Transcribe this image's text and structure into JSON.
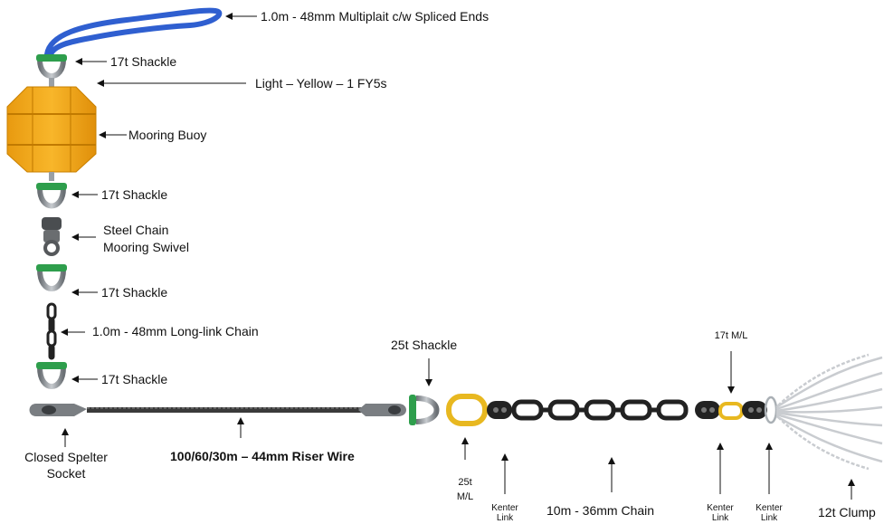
{
  "labels": {
    "multiplait": "1.0m - 48mm Multiplait c/w Spliced Ends",
    "shackle_top": "17t Shackle",
    "light": "Light – Yellow – 1 FY5s",
    "buoy": "Mooring Buoy",
    "shackle_2": "17t Shackle",
    "swivel_1": "Steel Chain",
    "swivel_2": "Mooring Swivel",
    "shackle_3": "17t Shackle",
    "longlink": "1.0m - 48mm Long-link Chain",
    "shackle_4": "17t Shackle",
    "socket_1": "Closed Spelter",
    "socket_2": "Socket",
    "riser": "100/60/30m – 44mm Riser Wire",
    "shackle_25": "25t Shackle",
    "ml25_1": "25t",
    "ml25_2": "M/L",
    "kenter_1": "Kenter",
    "kenter_1b": "Link",
    "chain": "10m -  36mm Chain",
    "ml17": "17t M/L",
    "kenter_2": "Kenter",
    "kenter_2b": "Link",
    "kenter_3": "Kenter",
    "kenter_3b": "Link",
    "clump": "12t Clump"
  },
  "colors": {
    "rope": "#2f5fd0",
    "buoy": "#f6ad1c",
    "buoy_dark": "#d98c05",
    "shackle": "#9aa0a6",
    "shackle_pin": "#2e9e4c",
    "ml_link": "#e8b820",
    "chain": "#222222",
    "wire": "#333333",
    "clump": "#d6d9dc"
  }
}
